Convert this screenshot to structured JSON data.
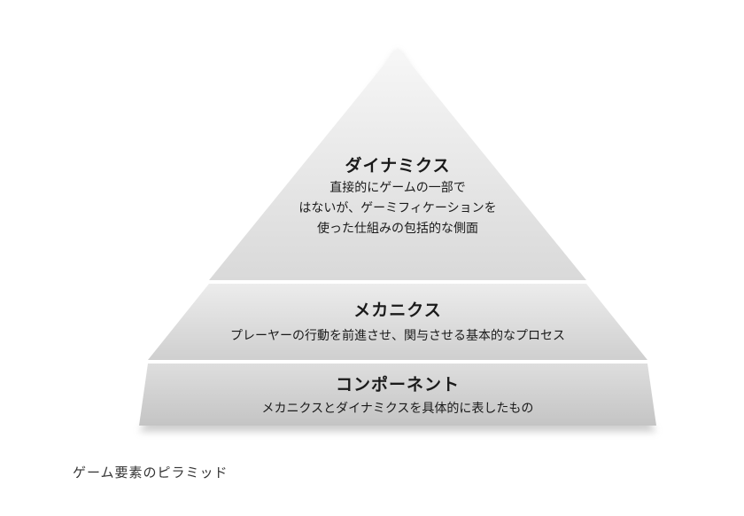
{
  "diagram": {
    "levels": [
      {
        "title": "ダイナミクス",
        "description_lines": [
          "直接的にゲームの一部で",
          "はないが、ゲーミフィケーションを",
          "使った仕組みの包括的な側面"
        ]
      },
      {
        "title": "メカニクス",
        "description_lines": [
          "プレーヤーの行動を前進させ、関与させる基本的なプロセス"
        ]
      },
      {
        "title": "コンポーネント",
        "description_lines": [
          "メカニクスとダイナミクスを具体的に表したもの"
        ]
      }
    ],
    "caption": "ゲーム要素のピラミッド"
  },
  "colors": {
    "top_fill_light": "#f7f7f7",
    "top_fill_dark": "#d9d9d9",
    "mid_fill_light": "#ececec",
    "mid_fill_dark": "#cfcfcf",
    "bottom_fill_light": "#dedede",
    "bottom_fill_dark": "#c4c4c4",
    "divider": "#ffffff",
    "shadow": "#bbbbbb"
  }
}
